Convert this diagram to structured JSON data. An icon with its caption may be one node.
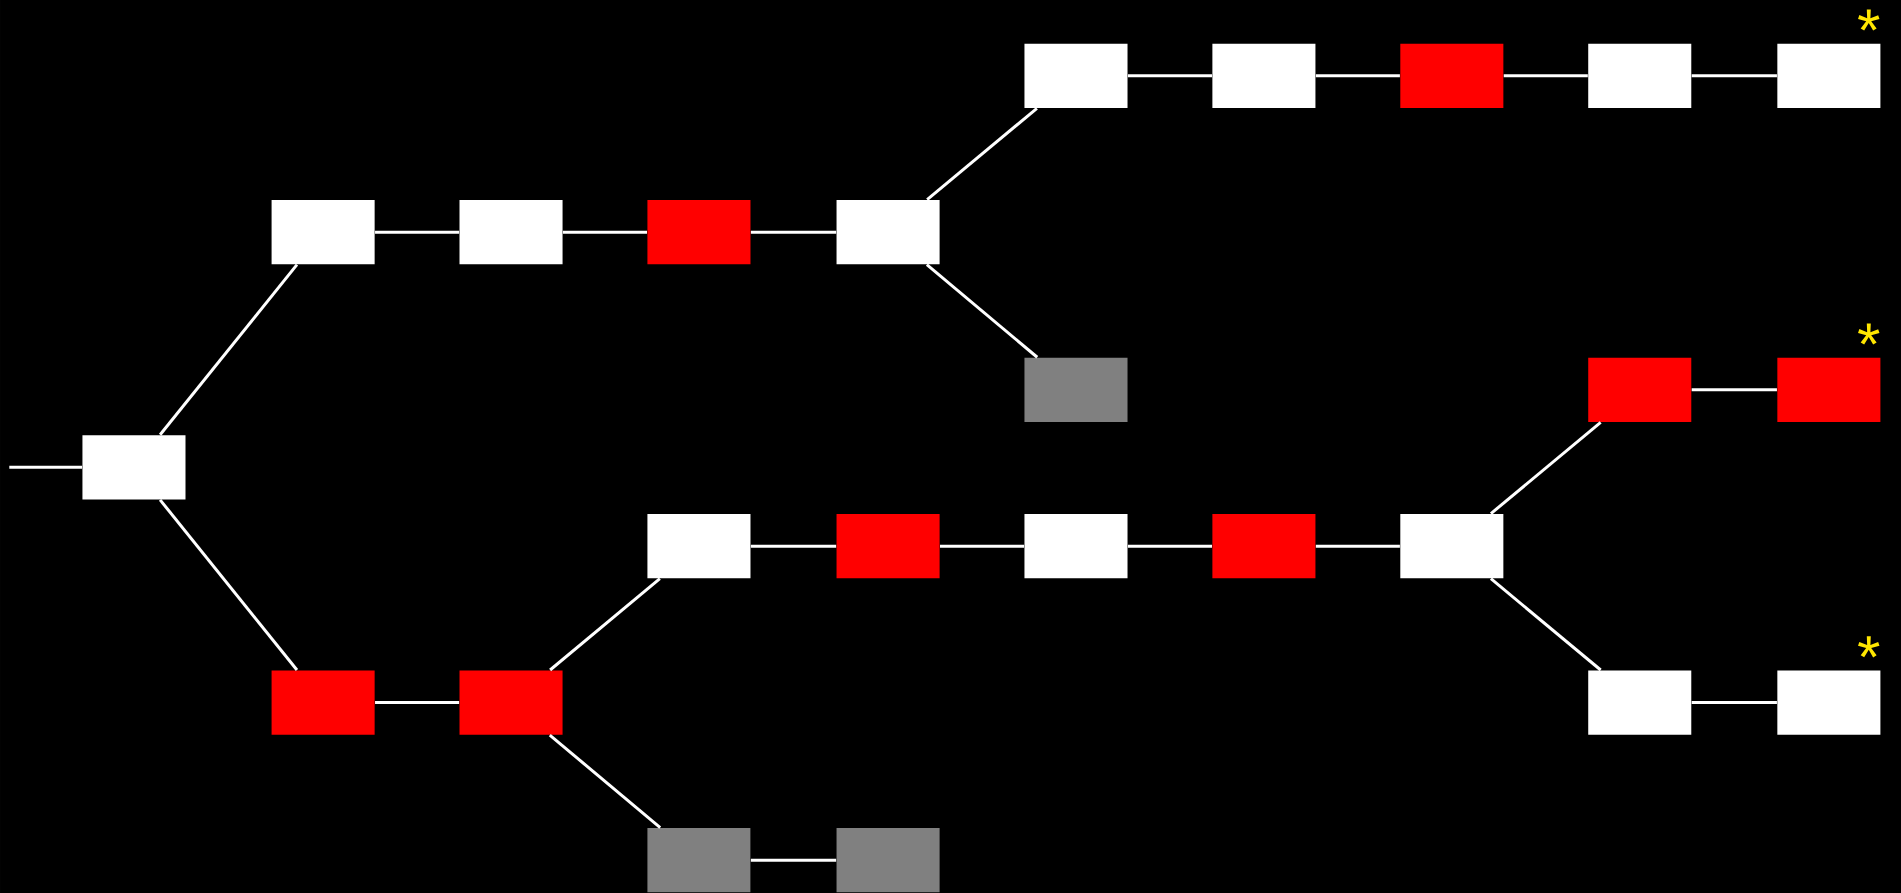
{
  "diagram": {
    "nodes": [
      {
        "text": [],
        "shape": "box"
      },
      {
        "text": [],
        "shape": "box"
      },
      {
        "text": [],
        "shape": "box"
      },
      {
        "text": [],
        "shape": "box"
      },
      {
        "text": [],
        "shape": "box"
      },
      {
        "text": [],
        "shape": "box"
      },
      {
        "text": [],
        "shape": "box"
      },
      {
        "text": [],
        "shape": "box"
      },
      {
        "text": [],
        "shape": "box"
      },
      {
        "text": [],
        "shape": "box",
        "beside": [
          "*"
        ]
      },
      {
        "text": [],
        "shape": "box"
      },
      {
        "text": [],
        "shape": "box"
      },
      {
        "text": [],
        "shape": "box"
      },
      {
        "text": [],
        "shape": "box"
      },
      {
        "text": [],
        "shape": "box"
      },
      {
        "text": [],
        "shape": "box"
      },
      {
        "text": [],
        "shape": "box"
      },
      {
        "text": [],
        "shape": "box"
      },
      {
        "text": [],
        "shape": "box"
      },
      {
        "text": [],
        "shape": "box",
        "beside": [
          "*"
        ]
      },
      {
        "text": [],
        "shape": "box"
      },
      {
        "text": [],
        "shape": "box",
        "beside": [
          "*"
        ]
      },
      {
        "text": [],
        "shape": "box"
      },
      {
        "text": [],
        "shape": "box"
      }
    ],
    "edges": [
      {
        "from": null,
        "to": 0,
        "arrow": "none"
      },
      {
        "from": 0,
        "to": 1,
        "arrow": "none"
      },
      {
        "from": 1,
        "to": 2,
        "arrow": "none"
      },
      {
        "from": 2,
        "to": 3,
        "arrow": "none"
      },
      {
        "from": 3,
        "to": 4,
        "arrow": "none"
      },
      {
        "from": 4,
        "to": 5,
        "arrow": "none"
      },
      {
        "from": 5,
        "to": 6,
        "arrow": "none"
      },
      {
        "from": 6,
        "to": 7,
        "arrow": "none"
      },
      {
        "from": 7,
        "to": 8,
        "arrow": "none"
      },
      {
        "from": 8,
        "to": 9,
        "arrow": "none"
      },
      {
        "from": 4,
        "to": 10,
        "arrow": "none"
      },
      {
        "from": 0,
        "to": 11,
        "arrow": "none"
      },
      {
        "from": 11,
        "to": 12,
        "arrow": "none"
      },
      {
        "from": 12,
        "to": 13,
        "arrow": "none"
      },
      {
        "from": 13,
        "to": 14,
        "arrow": "none"
      },
      {
        "from": 14,
        "to": 15,
        "arrow": "none"
      },
      {
        "from": 15,
        "to": 16,
        "arrow": "none"
      },
      {
        "from": 16,
        "to": 17,
        "arrow": "none"
      },
      {
        "from": 17,
        "to": 18,
        "arrow": "none"
      },
      {
        "from": 18,
        "to": 19,
        "arrow": "none"
      },
      {
        "from": 17,
        "to": 20,
        "arrow": "none"
      },
      {
        "from": 20,
        "to": 21,
        "arrow": "none"
      },
      {
        "from": 12,
        "to": 22,
        "arrow": "none"
      },
      {
        "from": 22,
        "to": 23,
        "arrow": "none"
      }
    ]
  }
}
